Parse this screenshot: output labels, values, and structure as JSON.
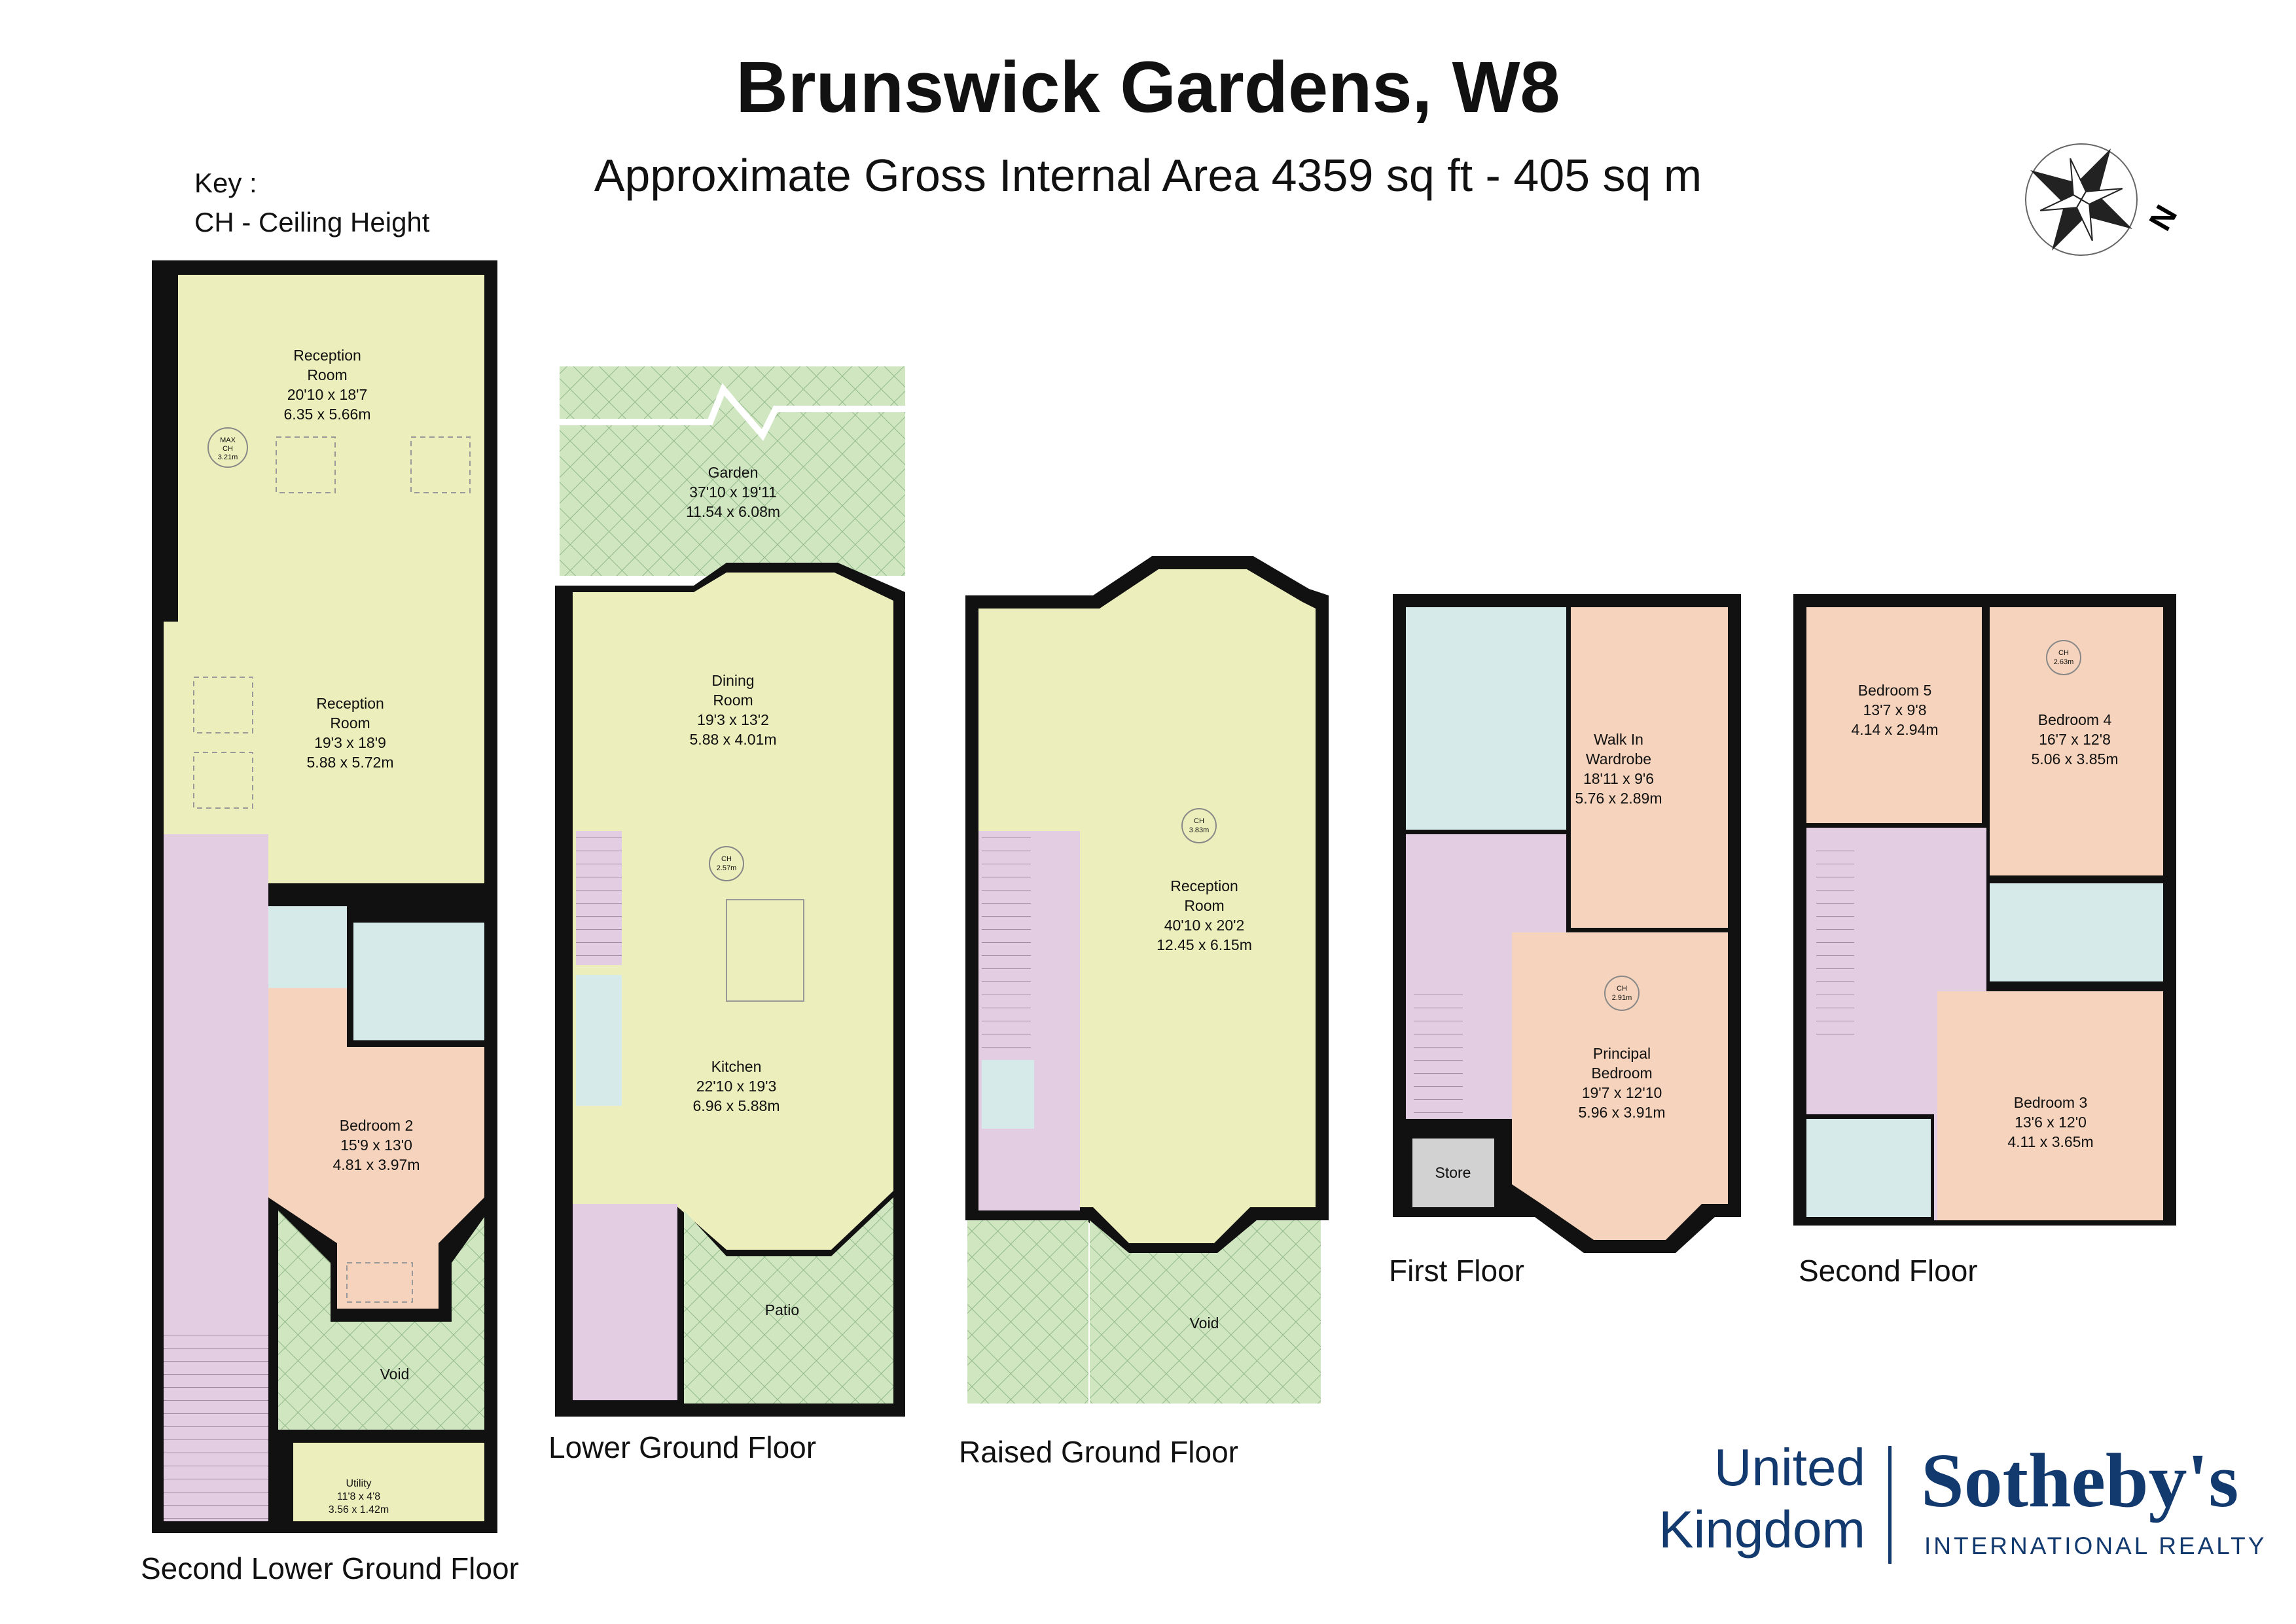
{
  "header": {
    "title": "Brunswick Gardens, W8",
    "subtitle": "Approximate Gross Internal Area 4359 sq ft - 405 sq m"
  },
  "key": {
    "heading": "Key :",
    "line": "CH - Ceiling Height"
  },
  "compass": {
    "icon": "compass-rose-icon",
    "north_label": "N"
  },
  "colors": {
    "reception": "#eceebc",
    "hall": "#e2cde2",
    "bedroom": "#f6d3bc",
    "bathroom": "#d7eaea",
    "outdoor": "#cfe6c0",
    "wall": "#111111",
    "brand": "#123a6e"
  },
  "floors": {
    "second_lower_ground": {
      "label": "Second Lower Ground Floor",
      "rooms": [
        {
          "name": "Reception",
          "name2": "Room",
          "imperial": "20'10 x 18'7",
          "metric": "6.35 x 5.66m"
        },
        {
          "name": "Reception",
          "name2": "Room",
          "imperial": "19'3 x 18'9",
          "metric": "5.88 x 5.72m"
        },
        {
          "name": "Bedroom 2",
          "imperial": "15'9 x 13'0",
          "metric": "4.81 x 3.97m"
        },
        {
          "name": "Void"
        },
        {
          "name": "Utility",
          "imperial": "11'8 x 4'8",
          "metric": "3.56 x 1.42m"
        }
      ],
      "ceiling": {
        "line1": "MAX",
        "line2": "CH",
        "value": "3.21m"
      }
    },
    "lower_ground": {
      "label": "Lower Ground Floor",
      "rooms": [
        {
          "name": "Garden",
          "imperial": "37'10 x 19'11",
          "metric": "11.54 x 6.08m"
        },
        {
          "name": "Dining",
          "name2": "Room",
          "imperial": "19'3 x 13'2",
          "metric": "5.88 x 4.01m"
        },
        {
          "name": "Kitchen",
          "imperial": "22'10 x 19'3",
          "metric": "6.96 x 5.88m"
        },
        {
          "name": "Patio"
        }
      ],
      "ceiling": {
        "line1": "CH",
        "value": "2.57m"
      }
    },
    "raised_ground": {
      "label": "Raised Ground Floor",
      "rooms": [
        {
          "name": "Reception",
          "name2": "Room",
          "imperial": "40'10 x 20'2",
          "metric": "12.45 x 6.15m"
        },
        {
          "name": "Void"
        }
      ],
      "ceiling": {
        "line1": "CH",
        "value": "3.83m"
      }
    },
    "first": {
      "label": "First Floor",
      "rooms": [
        {
          "name": "Walk In",
          "name2": "Wardrobe",
          "imperial": "18'11 x 9'6",
          "metric": "5.76 x 2.89m"
        },
        {
          "name": "Principal",
          "name2": "Bedroom",
          "imperial": "19'7 x 12'10",
          "metric": "5.96 x 3.91m"
        },
        {
          "name": "Store"
        }
      ],
      "ceiling": {
        "line1": "CH",
        "value": "2.91m"
      }
    },
    "second": {
      "label": "Second Floor",
      "rooms": [
        {
          "name": "Bedroom 5",
          "imperial": "13'7 x 9'8",
          "metric": "4.14 x 2.94m"
        },
        {
          "name": "Bedroom 4",
          "imperial": "16'7 x 12'8",
          "metric": "5.06 x 3.85m"
        },
        {
          "name": "Bedroom 3",
          "imperial": "13'6 x 12'0",
          "metric": "4.11 x 3.65m"
        }
      ],
      "ceiling": {
        "line1": "CH",
        "value": "2.63m"
      }
    }
  },
  "brand": {
    "region_line1": "United",
    "region_line2": "Kingdom",
    "name": "Sotheby's",
    "tagline": "INTERNATIONAL REALTY"
  }
}
